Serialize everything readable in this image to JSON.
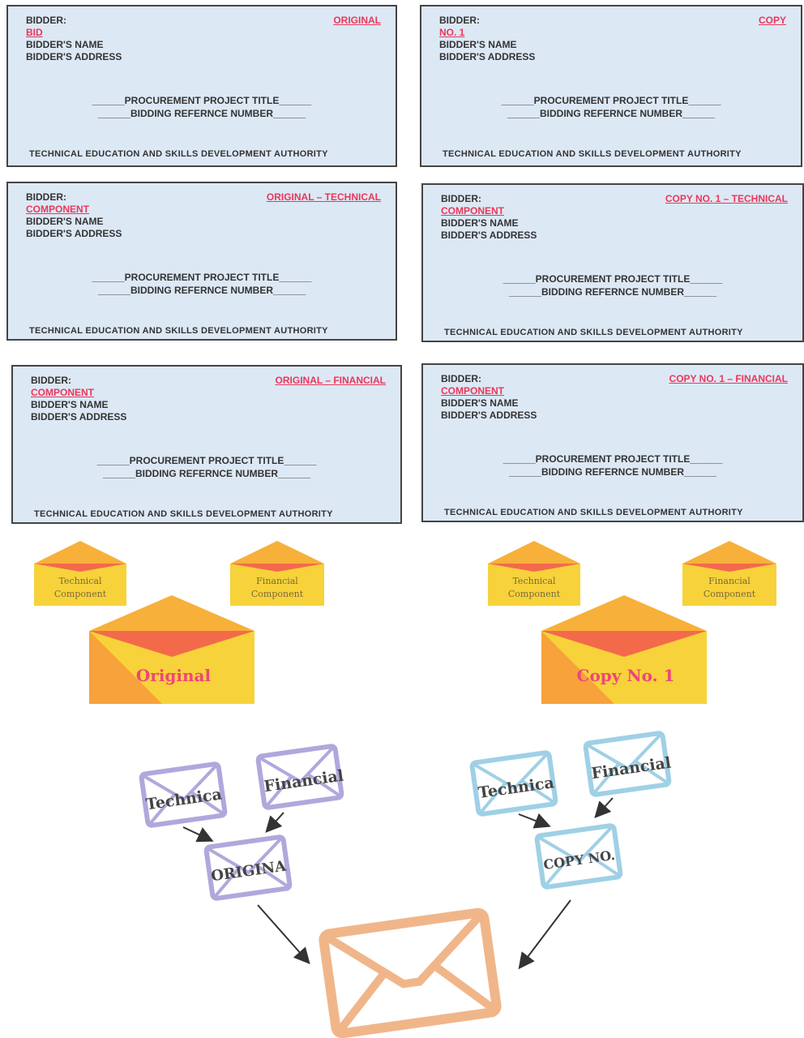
{
  "labels": [
    {
      "bidder": "BIDDER:",
      "red_line": "BID",
      "name": "BIDDER'S NAME",
      "address": "BIDDER'S ADDRESS",
      "tag": "ORIGINAL",
      "project": "PROCUREMENT PROJECT TITLE",
      "reference": "BIDDING REFERNCE NUMBER",
      "authority": "TECHNICAL EDUCATION AND SKILLS DEVELOPMENT AUTHORITY"
    },
    {
      "bidder": "BIDDER:",
      "red_line": "NO. 1",
      "name": "BIDDER'S NAME",
      "address": "BIDDER'S ADDRESS",
      "tag": "COPY",
      "project": "PROCUREMENT PROJECT TITLE",
      "reference": "BIDDING REFERNCE NUMBER",
      "authority": "TECHNICAL EDUCATION AND SKILLS DEVELOPMENT AUTHORITY"
    },
    {
      "bidder": "BIDDER:",
      "red_line": "COMPONENT",
      "name": "BIDDER'S NAME",
      "address": "BIDDER'S ADDRESS",
      "tag": "ORIGINAL – TECHNICAL",
      "project": "PROCUREMENT PROJECT TITLE",
      "reference": "BIDDING REFERNCE NUMBER",
      "authority": "TECHNICAL EDUCATION AND SKILLS DEVELOPMENT AUTHORITY"
    },
    {
      "bidder": "BIDDER:",
      "red_line": "COMPONENT",
      "name": "BIDDER'S NAME",
      "address": "BIDDER'S ADDRESS",
      "tag": "COPY NO. 1 – TECHNICAL",
      "project": "PROCUREMENT PROJECT TITLE",
      "reference": "BIDDING REFERNCE NUMBER",
      "authority": "TECHNICAL EDUCATION AND SKILLS DEVELOPMENT AUTHORITY"
    },
    {
      "bidder": "BIDDER:",
      "red_line": "COMPONENT",
      "name": "BIDDER'S NAME",
      "address": "BIDDER'S ADDRESS",
      "tag": "ORIGINAL – FINANCIAL",
      "project": "PROCUREMENT PROJECT TITLE",
      "reference": "BIDDING REFERNCE NUMBER",
      "authority": "TECHNICAL EDUCATION AND SKILLS DEVELOPMENT AUTHORITY"
    },
    {
      "bidder": "BIDDER:",
      "red_line": "COMPONENT",
      "name": "BIDDER'S NAME",
      "address": "BIDDER'S ADDRESS",
      "tag": "COPY NO. 1 – FINANCIAL",
      "project": "PROCUREMENT PROJECT TITLE",
      "reference": "BIDDING REFERNCE NUMBER",
      "authority": "TECHNICAL EDUCATION AND SKILLS DEVELOPMENT AUTHORITY"
    }
  ],
  "yellow_envelopes": {
    "technical_line1": "Technical",
    "technical_line2": "Component",
    "financial_line1": "Financial",
    "financial_line2": "Component",
    "original": "Original",
    "copy": "Copy No. 1"
  },
  "outline_envelopes": {
    "left_technical": "Technica",
    "left_financial": "Financial",
    "left_main": "ORIGINA",
    "right_technical": "Technica",
    "right_financial": "Financial",
    "right_main": "COPY NO."
  },
  "colors": {
    "label_bg": "#dde8f5",
    "label_red": "#e8385a",
    "env_yellow": "#f7d23a",
    "env_orange": "#f7a23a",
    "env_flap": "#f36a4a",
    "purple_env": "#b0a8dc",
    "blue_env": "#9fd0e6",
    "orange_env": "#f0b68a"
  }
}
